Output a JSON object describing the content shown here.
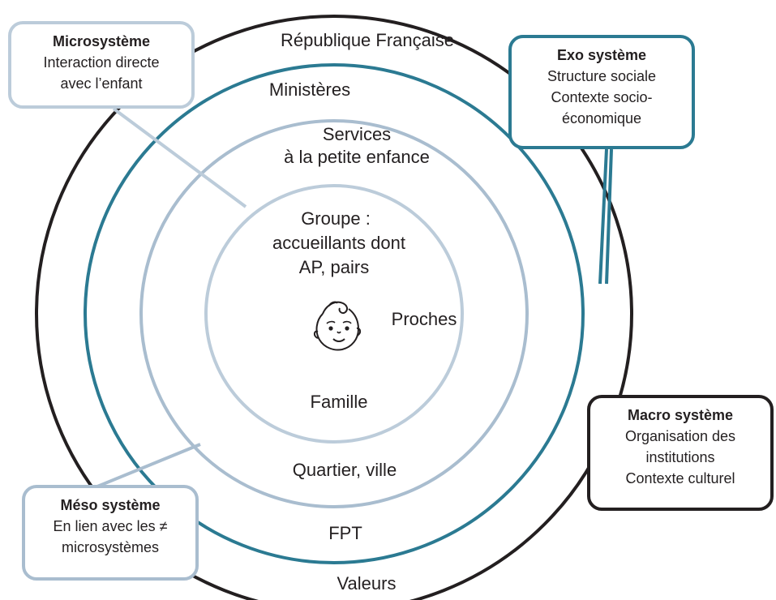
{
  "rings": {
    "outer": "République Française",
    "outer_bottom": "Valeurs",
    "exo_ring": "Ministères",
    "exo_ring_bottom": "FPT",
    "meso_ring_line1": "Services",
    "meso_ring_line2": "à la petite enfance",
    "meso_ring_bottom": "Quartier, ville",
    "inner_line1": "Groupe :",
    "inner_line2": "accueillants dont",
    "inner_line3": "AP, pairs",
    "inner_right": "Proches",
    "inner_bottom": "Famille"
  },
  "boxes": {
    "micro": {
      "title": "Microsystème",
      "line1": "Interaction directe",
      "line2": "avec l’enfant"
    },
    "exo": {
      "title": "Exo système",
      "line1": "Structure sociale",
      "line2": "Contexte socio-",
      "line3": "économique"
    },
    "macro": {
      "title": "Macro système",
      "line1": "Organisation des",
      "line2": "institutions",
      "line3": "Contexte culturel"
    },
    "meso": {
      "title": "Méso système",
      "line1": "En lien avec les ≠",
      "line2": "microsystèmes"
    }
  },
  "icons": {
    "center": "baby-face-icon"
  },
  "colors": {
    "macro": "#231f20",
    "exo": "#2b7a92",
    "meso": "#a9bdcf",
    "micro": "#bcccda"
  }
}
